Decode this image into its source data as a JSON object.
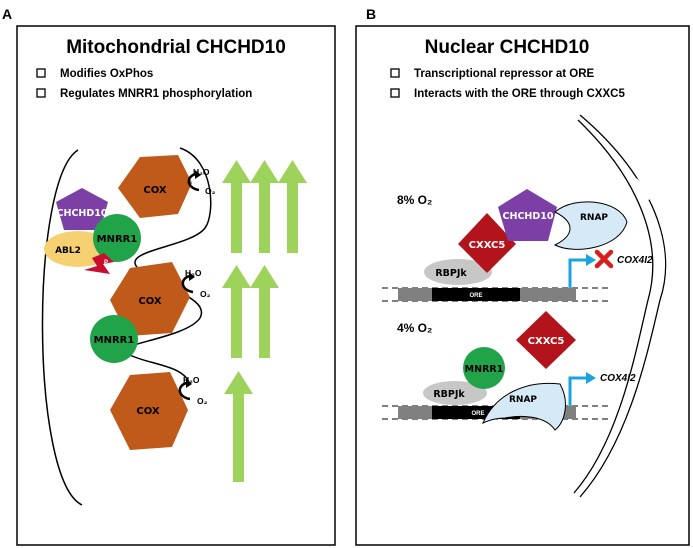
{
  "panel_a": {
    "letter": "A",
    "title": "Mitochondrial CHCHD10",
    "bullets": [
      "Modifies OxPhos",
      "Regulates MNRR1 phosphorylation"
    ],
    "labels": {
      "chchd10": "CHCHD10",
      "mnrr1": "MNRR1",
      "abl2": "ABL2",
      "phospho": "P",
      "cox": "COX",
      "h2o": "H₂O",
      "o2": "O₂"
    }
  },
  "panel_b": {
    "letter": "B",
    "title": "Nuclear CHCHD10",
    "bullets": [
      "Transcriptional repressor at ORE",
      "Interacts with the ORE through CXXC5"
    ],
    "conditions": [
      "8% O₂",
      "4% O₂"
    ],
    "labels": {
      "chchd10": "CHCHD10",
      "cxxc5": "CXXC5",
      "rnap": "RNAP",
      "rbpjk": "RBPJk",
      "ore": "ORE",
      "mnrr1": "MNRR1",
      "gene": "COX4I2"
    }
  },
  "colors": {
    "cox": "#c05a1a",
    "mnrr1": "#21a34a",
    "chchd10": "#7b3fa6",
    "abl2": "#f5d171",
    "phospho": "#c8102e",
    "arrow_green": "#9ed35b",
    "cxxc5": "#b3131b",
    "rnap": "#d6e9f7",
    "rbpjk": "#c7c7c7",
    "dna": "#808080",
    "ore": "#000000",
    "tss_arrow": "#1aa3e0",
    "x_mark": "#d81e1e"
  }
}
